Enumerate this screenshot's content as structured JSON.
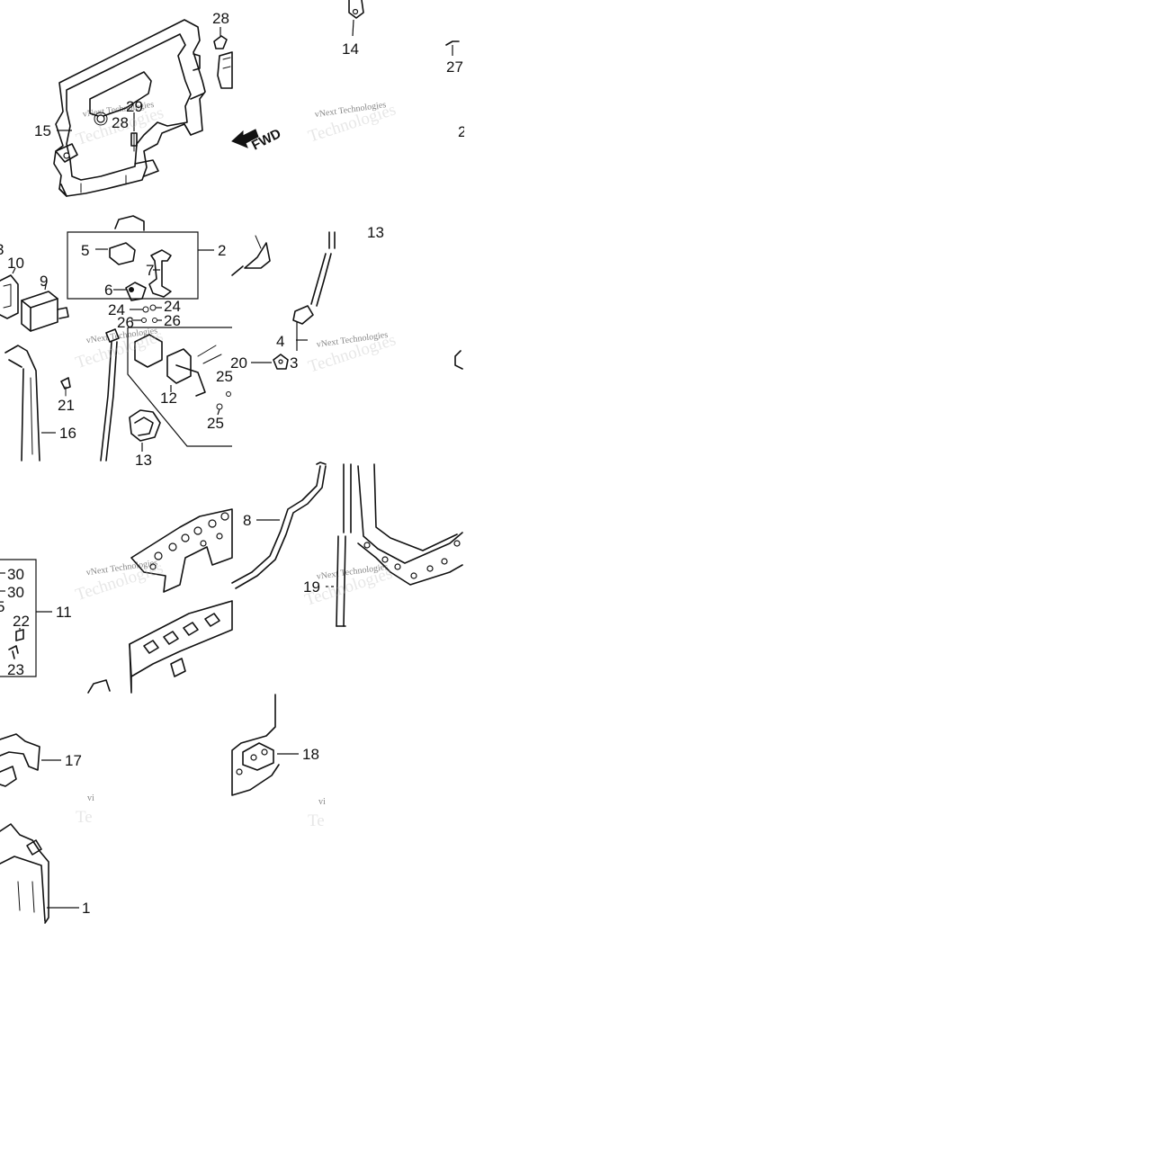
{
  "watermark": {
    "text": "vNext Technologies",
    "ghost": "Technologies"
  },
  "direction_label": "FWD",
  "callouts": {
    "p28a": "28",
    "p14": "14",
    "p27": "27",
    "p29": "29",
    "p28b": "28",
    "p15": "15",
    "p2frag": "2",
    "p10": "10",
    "p9": "9",
    "p5": "5",
    "p2": "2",
    "p7": "7",
    "p6": "6",
    "p24a": "24",
    "p24b": "24",
    "p26a": "26",
    "p26b": "26",
    "p20": "20",
    "p3": "3",
    "p4": "4",
    "p13top": "13",
    "p21": "21",
    "p12": "12",
    "p25a": "25",
    "p25b": "25",
    "p16": "16",
    "p13": "13",
    "p8": "8",
    "p19": "19",
    "p30a": "30",
    "p30b": "30",
    "p5frag": "5",
    "p22": "22",
    "p11": "11",
    "p23": "23",
    "p17": "17",
    "p18": "18",
    "p1": "1",
    "p3frag": "3"
  }
}
